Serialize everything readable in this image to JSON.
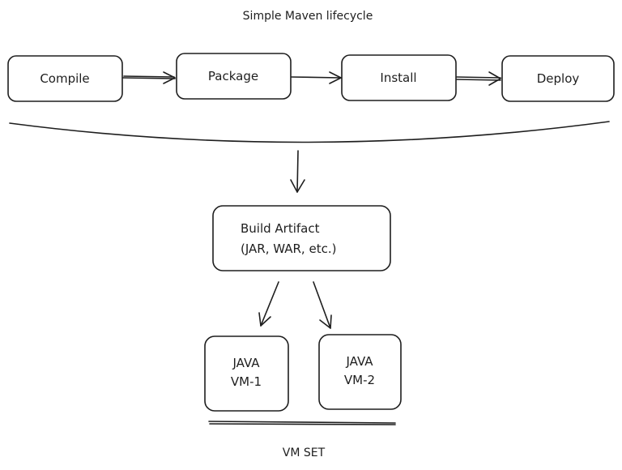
{
  "diagram": {
    "title": "Simple Maven lifecycle",
    "phases": [
      {
        "id": "compile",
        "label": "Compile"
      },
      {
        "id": "package",
        "label": "Package"
      },
      {
        "id": "install",
        "label": "Install"
      },
      {
        "id": "deploy",
        "label": "Deploy"
      }
    ],
    "artifact": {
      "line1": "Build Artifact",
      "line2": "(JAR, WAR, etc.)"
    },
    "vms": [
      {
        "line1": "JAVA",
        "line2": "VM-1"
      },
      {
        "line1": "JAVA",
        "line2": "VM-2"
      }
    ],
    "vm_set_label": "VM SET",
    "edges": [
      {
        "from": "compile",
        "to": "package"
      },
      {
        "from": "package",
        "to": "install"
      },
      {
        "from": "install",
        "to": "deploy"
      },
      {
        "from": "lifecycle",
        "to": "artifact"
      },
      {
        "from": "artifact",
        "to": "vm-1"
      },
      {
        "from": "artifact",
        "to": "vm-2"
      }
    ],
    "colors": {
      "stroke": "#1e1e1e",
      "background": "#ffffff"
    }
  }
}
